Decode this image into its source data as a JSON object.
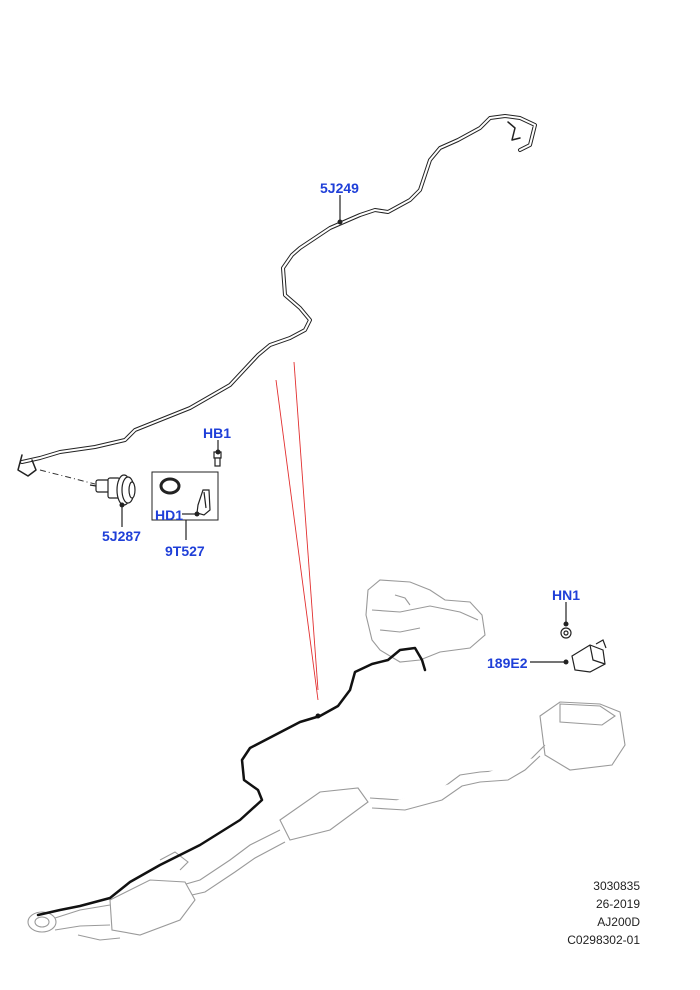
{
  "callouts": {
    "hose_main": "5J249",
    "pump": "5J287",
    "bolt": "HB1",
    "clip": "HD1",
    "kit": "9T527",
    "nut": "HN1",
    "sensor": "189E2"
  },
  "reference": {
    "line1": "3030835",
    "line2": "26-2019",
    "line3": "AJ200D",
    "line4": "C0298302-01"
  },
  "colors": {
    "callout": "#1f3fd8",
    "line": "#111111",
    "guide": "#e23030"
  }
}
